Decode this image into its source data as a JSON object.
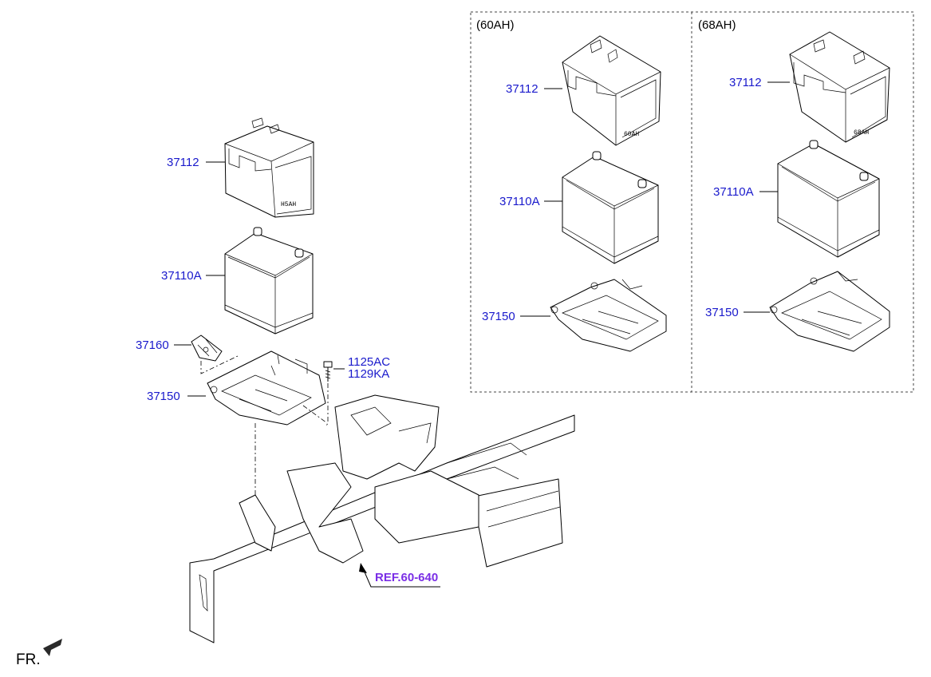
{
  "variants": [
    {
      "label": "(60AH)"
    },
    {
      "label": "(68AH)"
    }
  ],
  "main_callouts": {
    "cover": "37112",
    "battery": "37110A",
    "clamp": "37160",
    "bolt_a": "1125AC",
    "bolt_b": "1129KA",
    "tray": "37150"
  },
  "variant_60ah_callouts": {
    "cover": "37112",
    "battery": "37110A",
    "tray": "37150"
  },
  "variant_68ah_callouts": {
    "cover": "37112",
    "battery": "37110A",
    "tray": "37150"
  },
  "reference_link": "REF.60-640",
  "direction_label": "FR.",
  "colors": {
    "part_number": "#1a1acc",
    "reference_link": "#7a2ee6",
    "line": "#000000"
  },
  "icons": {
    "front_arrow": "front-direction-arrow-icon"
  }
}
